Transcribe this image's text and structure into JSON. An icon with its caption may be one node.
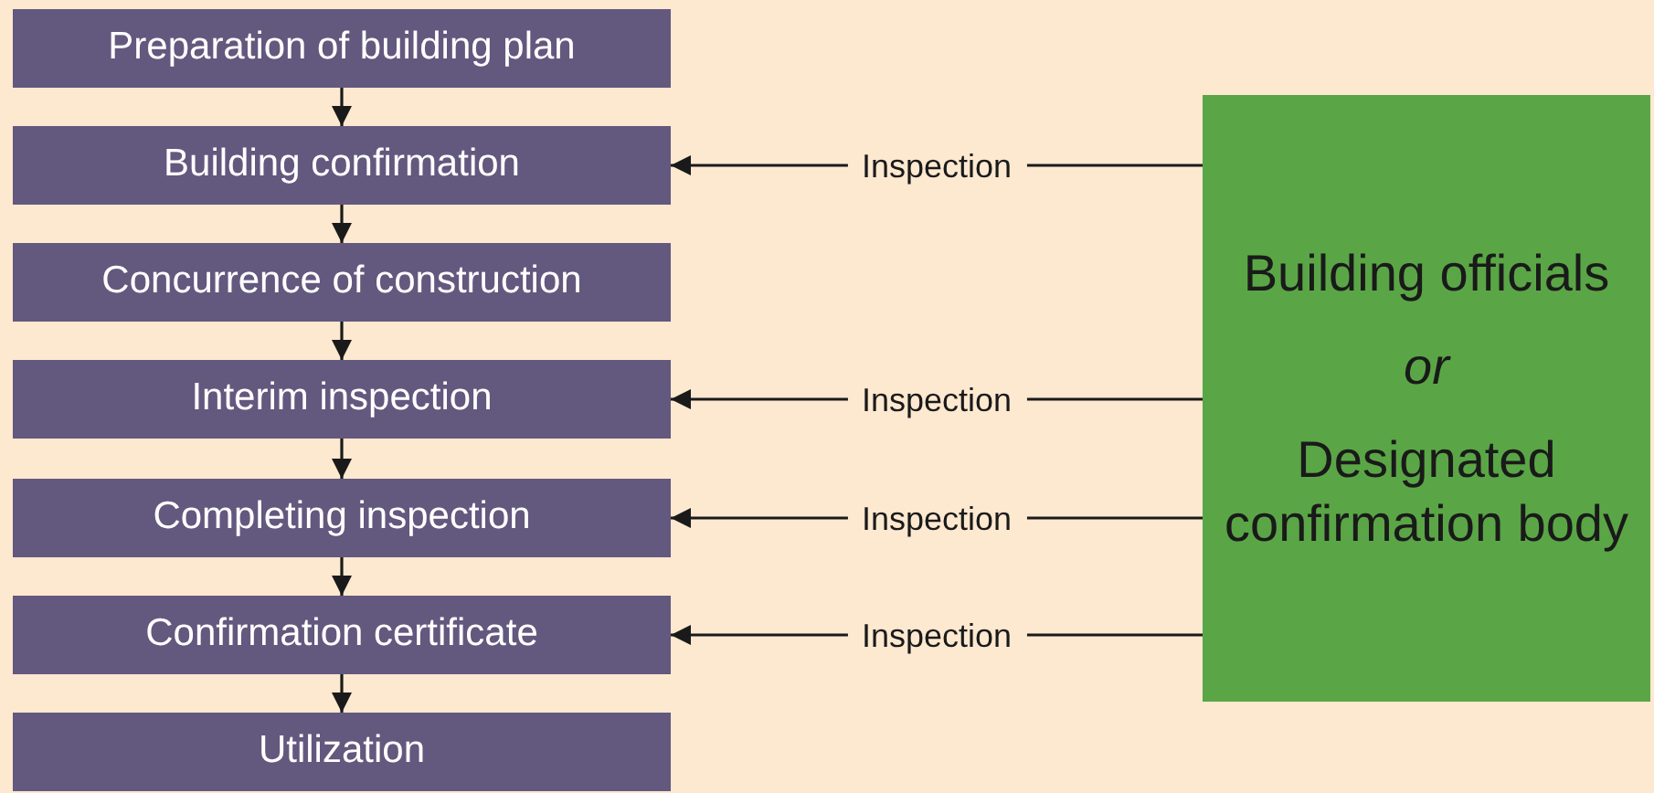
{
  "diagram": {
    "nodes": [
      {
        "text": [
          "Preparation of building plan"
        ]
      },
      {
        "text": [
          "Building confirmation"
        ]
      },
      {
        "text": [
          "Concurrence of construction"
        ]
      },
      {
        "text": [
          "Interim inspection"
        ]
      },
      {
        "text": [
          "Completing inspection"
        ]
      },
      {
        "text": [
          "Confirmation certificate"
        ]
      },
      {
        "text": [
          "Utilization"
        ]
      },
      {
        "text": [
          "Building officials",
          "or",
          "Designated confirmation body"
        ]
      }
    ],
    "edges": [
      {
        "from": 0,
        "to": 1,
        "arrow": "to"
      },
      {
        "from": 1,
        "to": 2,
        "arrow": "to"
      },
      {
        "from": 2,
        "to": 3,
        "arrow": "to"
      },
      {
        "from": 3,
        "to": 4,
        "arrow": "to"
      },
      {
        "from": 4,
        "to": 5,
        "arrow": "to"
      },
      {
        "from": 5,
        "to": 6,
        "arrow": "to"
      },
      {
        "from": 7,
        "to": 1,
        "arrow": "to",
        "label": "Inspection"
      },
      {
        "from": 7,
        "to": 3,
        "arrow": "to",
        "label": "Inspection"
      },
      {
        "from": 7,
        "to": 4,
        "arrow": "to",
        "label": "Inspection"
      },
      {
        "from": 7,
        "to": 5,
        "arrow": "to",
        "label": "Inspection"
      }
    ]
  }
}
